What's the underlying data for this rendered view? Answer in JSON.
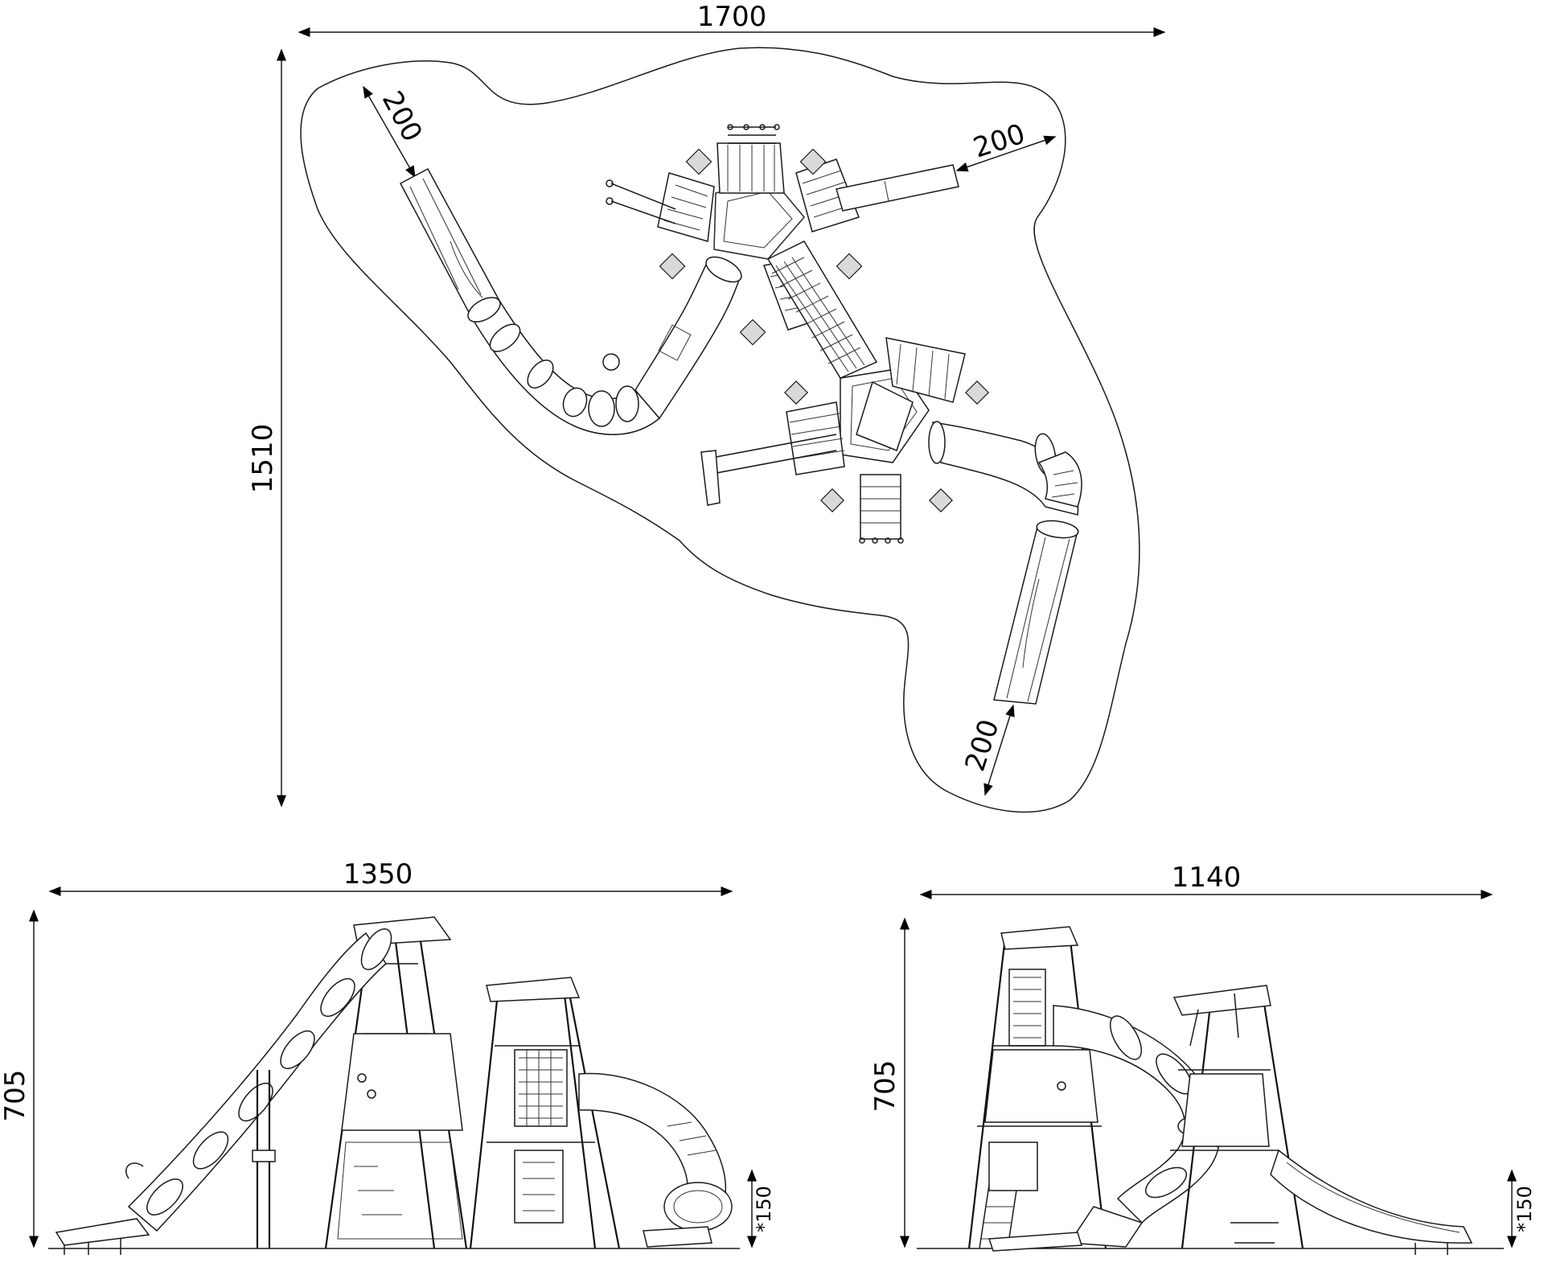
{
  "plan_view": {
    "width_label": "1700",
    "height_label": "1510",
    "clearance_labels": [
      "200",
      "200",
      "200"
    ]
  },
  "side_view_a": {
    "width_label": "1350",
    "height_label": "705",
    "fall_height_label": "*150"
  },
  "side_view_b": {
    "width_label": "1140",
    "height_label": "705",
    "fall_height_label": "*150"
  },
  "colors": {
    "line": "#1a1a1a",
    "background": "#ffffff",
    "panel_fill": "#d9d9d9"
  }
}
